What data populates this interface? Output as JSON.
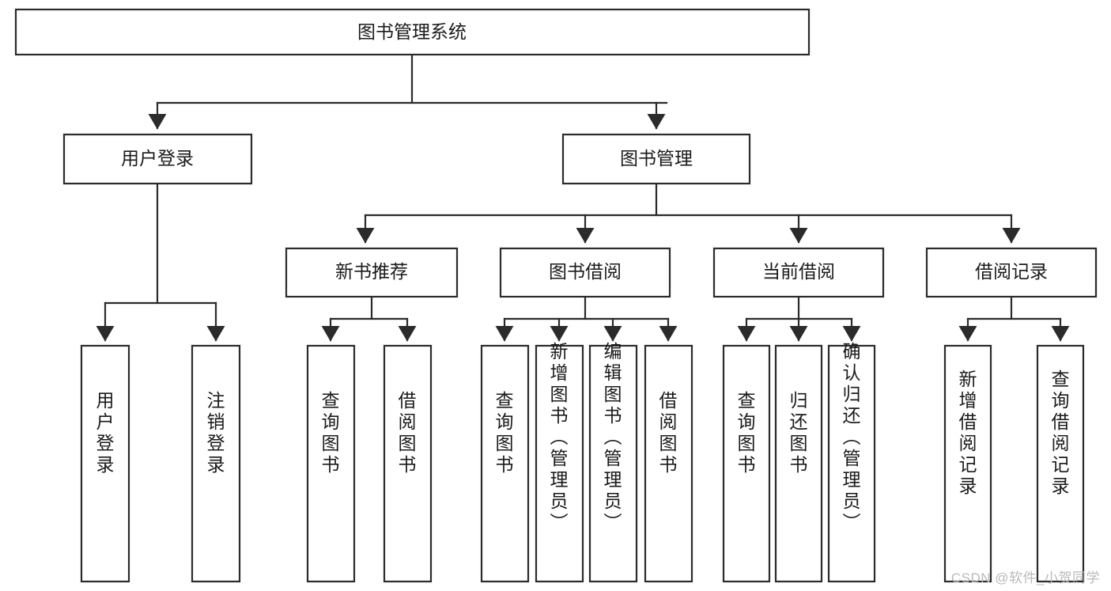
{
  "diagram": {
    "title": "图书管理系统",
    "type": "tree",
    "orientation": "top-down",
    "colors": {
      "background": "#ffffff",
      "box_fill": "#ffffff",
      "box_stroke": "#2b2b2b",
      "text": "#1a1a1a",
      "watermark": "#b9b9b9"
    },
    "levels": {
      "root": {
        "label": "图书管理系统"
      },
      "level2": [
        {
          "label": "用户登录"
        },
        {
          "label": "图书管理"
        }
      ],
      "level3": [
        {
          "label": "新书推荐"
        },
        {
          "label": "图书借阅"
        },
        {
          "label": "当前借阅"
        },
        {
          "label": "借阅记录"
        }
      ],
      "leaves": {
        "user_login": [
          {
            "label": "用户登录"
          },
          {
            "label": "注销登录"
          }
        ],
        "new_book_recommend": [
          {
            "label": "查询图书"
          },
          {
            "label": "借阅图书"
          }
        ],
        "book_borrow": [
          {
            "label": "查询图书"
          },
          {
            "label": "新增图书（管理员）"
          },
          {
            "label": "编辑图书（管理员）"
          },
          {
            "label": "借阅图书"
          }
        ],
        "current_borrow": [
          {
            "label": "查询图书"
          },
          {
            "label": "归还图书"
          },
          {
            "label": "确认归还（管理员）"
          }
        ],
        "borrow_record": [
          {
            "label": "新增借阅记录"
          },
          {
            "label": "查询借阅记录"
          }
        ]
      }
    }
  },
  "watermark": {
    "text": "CSDN @软件_小贺同学"
  }
}
